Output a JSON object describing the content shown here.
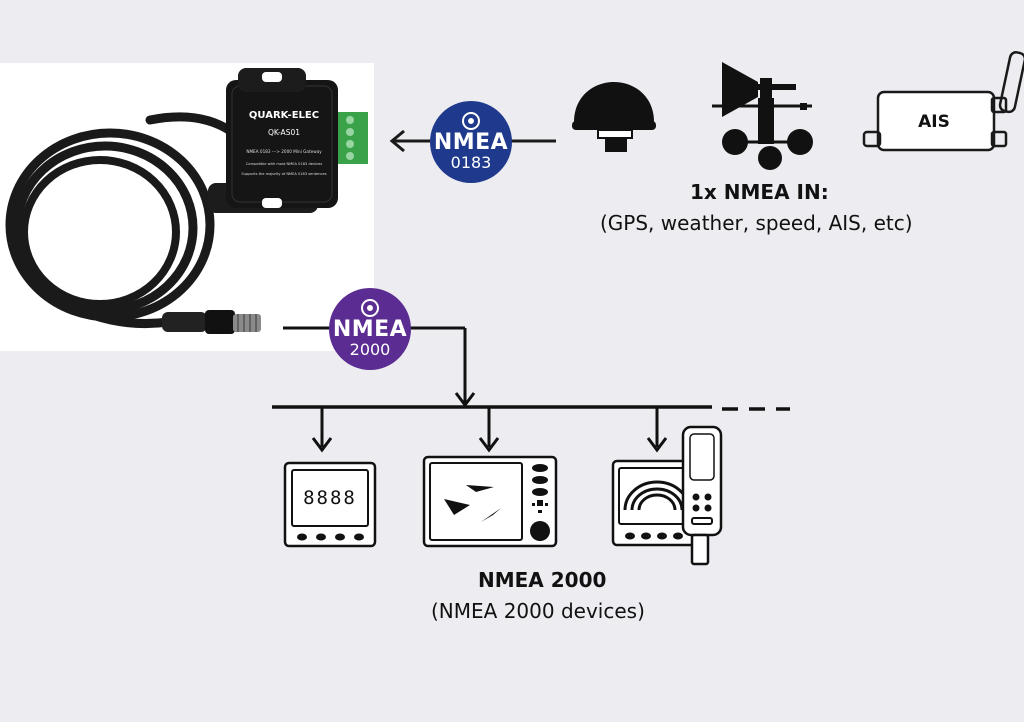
{
  "badges": {
    "nmea0183": {
      "line1": "NMEA",
      "line2": "0183",
      "color": "#1f3a8c"
    },
    "nmea2000": {
      "line1": "NMEA",
      "line2": "2000",
      "color": "#5b2c91"
    }
  },
  "device": {
    "brand": "QUARK-ELEC",
    "model": "QK-AS01",
    "line1": "NMEA 0183 ---> 2000 Mini Gateway",
    "line2": "Compatible with most NMEA 0183 devices",
    "line3": "Supports the majority of NMEA 0183 sentences"
  },
  "ais_label": "AIS",
  "input_caption": {
    "title": "1x NMEA IN:",
    "subtitle": "(GPS, weather, speed, AIS, etc)"
  },
  "output_caption": {
    "title": "NMEA 2000",
    "subtitle": "(NMEA 2000 devices)"
  },
  "display1_readout": "8888"
}
